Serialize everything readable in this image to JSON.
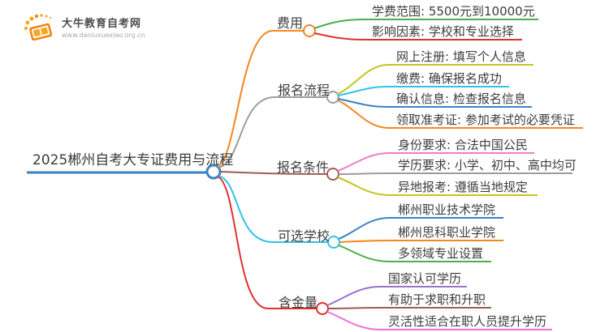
{
  "logo": {
    "site_name": "大牛教育自考网",
    "site_url": "www.daniuxuexiao.org.cn"
  },
  "colors": {
    "blue": "#3a82c4",
    "orange": "#f5871e",
    "gray": "#9c9c9c",
    "brown": "#a05d52",
    "cyan": "#30c3e8",
    "red": "#e03131",
    "green": "#4cae4c",
    "olive": "#c3c521",
    "pink": "#f07bc5",
    "purple": "#9474cf",
    "magenta": "#ef6fd3",
    "logo_orange": "#f08519",
    "logo_orange_light": "#f7a823"
  },
  "central": {
    "title": "2025郴州自考大专证费用与流程"
  },
  "branches": [
    {
      "label": "费用",
      "color": "orange",
      "children": [
        {
          "text": "学费范围: 5500元到10000元",
          "color": "green"
        },
        {
          "text": "影响因素: 学校和专业选择",
          "color": "red"
        }
      ]
    },
    {
      "label": "报名流程",
      "color": "gray",
      "children": [
        {
          "text": "网上注册: 填写个人信息",
          "color": "olive"
        },
        {
          "text": "缴费: 确保报名成功",
          "color": "cyan"
        },
        {
          "text": "确认信息: 检查报名信息",
          "color": "blue"
        },
        {
          "text": "领取准考证: 参加考试的必要凭证",
          "color": "orange"
        }
      ]
    },
    {
      "label": "报名条件",
      "color": "brown",
      "children": [
        {
          "text": "身份要求: 合法中国公民",
          "color": "pink"
        },
        {
          "text": "学历要求: 小学、初中、高中均可",
          "color": "gray"
        },
        {
          "text": "异地报考: 遵循当地规定",
          "color": "olive"
        }
      ]
    },
    {
      "label": "可选学校",
      "color": "cyan",
      "children": [
        {
          "text": "郴州职业技术学院",
          "color": "blue"
        },
        {
          "text": "郴州思科职业学院",
          "color": "orange"
        },
        {
          "text": "多领域专业设置",
          "color": "green"
        }
      ]
    },
    {
      "label": "含金量",
      "color": "red",
      "children": [
        {
          "text": "国家认可学历",
          "color": "purple"
        },
        {
          "text": "有助于求职和升职",
          "color": "brown"
        },
        {
          "text": "灵活性适合在职人员提升学历",
          "color": "magenta"
        }
      ]
    }
  ]
}
